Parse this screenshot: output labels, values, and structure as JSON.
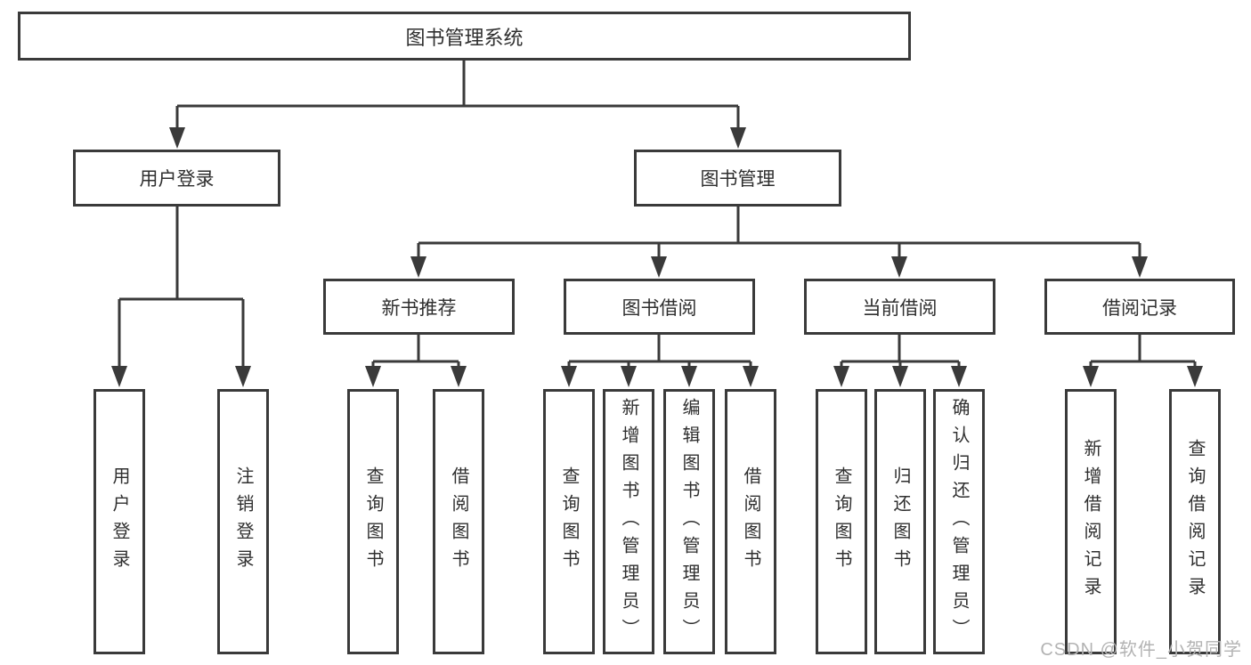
{
  "nodes": {
    "root": "图书管理系统",
    "level2": {
      "user_login": "用户登录",
      "book_mgmt": "图书管理"
    },
    "level3": {
      "new_books": "新书推荐",
      "borrowing": "图书借阅",
      "current": "当前借阅",
      "records": "借阅记录"
    },
    "leaves": {
      "user_login_1": "用户登录",
      "user_login_2": "注销登录",
      "new_books_1": "查询图书",
      "new_books_2": "借阅图书",
      "borrowing_1": "查询图书",
      "borrowing_2": "新增图书（管理员）",
      "borrowing_3": "编辑图书（管理员）",
      "borrowing_4": "借阅图书",
      "current_1": "查询图书",
      "current_2": "归还图书",
      "current_3": "确认归还（管理员）",
      "records_1": "新增借阅记录",
      "records_2": "查询借阅记录"
    }
  },
  "watermark": {
    "text": "CSDN @软件_小贺同学"
  },
  "colors": {
    "stroke": "#3a3a3a",
    "text": "#2f2f2f",
    "watermark_text": "#b3b3b3",
    "background": "#ffffff"
  }
}
